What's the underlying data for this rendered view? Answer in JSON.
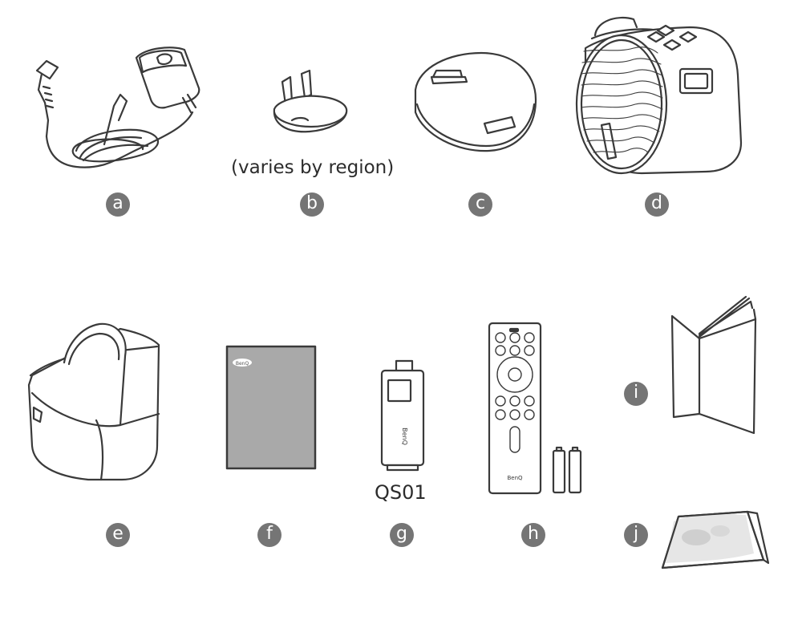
{
  "items": [
    {
      "label": "a",
      "name": "power adapter"
    },
    {
      "label": "b",
      "name": "plug head"
    },
    {
      "label": "c",
      "name": "base"
    },
    {
      "label": "d",
      "name": "projector"
    },
    {
      "label": "e",
      "name": "carry case"
    },
    {
      "label": "f",
      "name": "document"
    },
    {
      "label": "g",
      "name": "dongle"
    },
    {
      "label": "h",
      "name": "remote control with batteries"
    },
    {
      "label": "i",
      "name": "booklet"
    },
    {
      "label": "j",
      "name": "card"
    }
  ],
  "captions": {
    "plug_region_note": "(varies by region)",
    "dongle_model": "QS01",
    "brand_mark": "BenQ"
  },
  "colors": {
    "line": "#3a3a3a",
    "badge": "#757575",
    "gray_fill": "#a9a9a9"
  }
}
